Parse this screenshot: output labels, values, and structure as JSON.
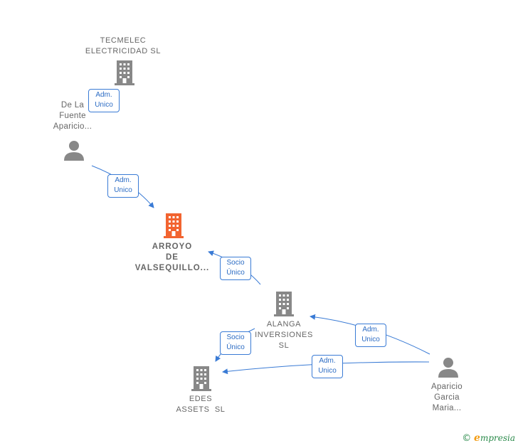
{
  "nodes": {
    "tecmelec": {
      "label_1": "TECMELEC",
      "label_2": "ELECTRICIDAD SL",
      "kind": "company",
      "color": "#888888"
    },
    "de_la_fuente": {
      "label_1": "De La",
      "label_2": "Fuente",
      "label_3": "Aparicio...",
      "kind": "person",
      "color": "#888888"
    },
    "arroyo": {
      "label_1": "ARROYO",
      "label_2": "DE",
      "label_3": "VALSEQUILLO...",
      "kind": "company",
      "color": "#f26430"
    },
    "alanga": {
      "label_1": "ALANGA",
      "label_2": "INVERSIONES",
      "label_3": "SL",
      "kind": "company",
      "color": "#888888"
    },
    "edes": {
      "label_1": "EDES",
      "label_2": "ASSETS  SL",
      "kind": "company",
      "color": "#888888"
    },
    "aparicio": {
      "label_1": "Aparicio",
      "label_2": "Garcia",
      "label_3": "Maria...",
      "kind": "person",
      "color": "#888888"
    }
  },
  "edges": {
    "e1": {
      "line_1": "Adm.",
      "line_2": "Unico",
      "from": "de_la_fuente",
      "to": "tecmelec"
    },
    "e2": {
      "line_1": "Adm.",
      "line_2": "Unico",
      "from": "de_la_fuente",
      "to": "arroyo"
    },
    "e3": {
      "line_1": "Socio",
      "line_2": "Único",
      "from": "alanga",
      "to": "arroyo"
    },
    "e4": {
      "line_1": "Socio",
      "line_2": "Único",
      "from": "alanga",
      "to": "edes"
    },
    "e5": {
      "line_1": "Adm.",
      "line_2": "Unico",
      "from": "aparicio",
      "to": "alanga"
    },
    "e6": {
      "line_1": "Adm.",
      "line_2": "Unico",
      "from": "aparicio",
      "to": "edes"
    }
  },
  "colors": {
    "edge": "#3a7bd5",
    "node_gray": "#888888",
    "focus_orange": "#f26430"
  },
  "brand": {
    "copyright": "©",
    "e_letter": "e",
    "rest": "mpresia"
  }
}
